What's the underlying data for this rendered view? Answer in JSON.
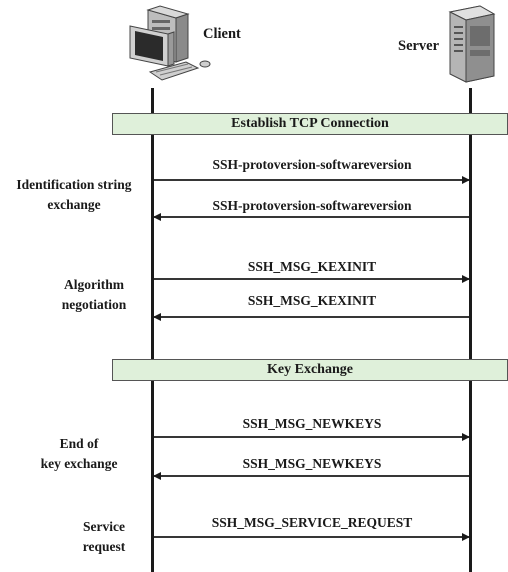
{
  "actors": {
    "client": "Client",
    "server": "Server"
  },
  "phases": [
    {
      "label": "Establish TCP Connection"
    },
    {
      "label": "Key Exchange"
    }
  ],
  "steps": [
    {
      "line1": "Identification string",
      "line2": "exchange"
    },
    {
      "line1": "Algorithm",
      "line2": "negotiation"
    },
    {
      "line1": "End of",
      "line2": "key exchange"
    },
    {
      "line1": "Service",
      "line2": "request"
    }
  ],
  "messages": [
    {
      "label": "SSH-protoversion-softwareversion",
      "direction": "client-to-server"
    },
    {
      "label": "SSH-protoversion-softwareversion",
      "direction": "server-to-client"
    },
    {
      "label": "SSH_MSG_KEXINIT",
      "direction": "client-to-server"
    },
    {
      "label": "SSH_MSG_KEXINIT",
      "direction": "server-to-client"
    },
    {
      "label": "SSH_MSG_NEWKEYS",
      "direction": "client-to-server"
    },
    {
      "label": "SSH_MSG_NEWKEYS",
      "direction": "server-to-client"
    },
    {
      "label": "SSH_MSG_SERVICE_REQUEST",
      "direction": "client-to-server"
    }
  ],
  "colors": {
    "phase_fill": "#dff0da",
    "line": "#1a1a1a"
  },
  "icons": {
    "client": "desktop-computer-icon",
    "server": "server-tower-icon"
  }
}
